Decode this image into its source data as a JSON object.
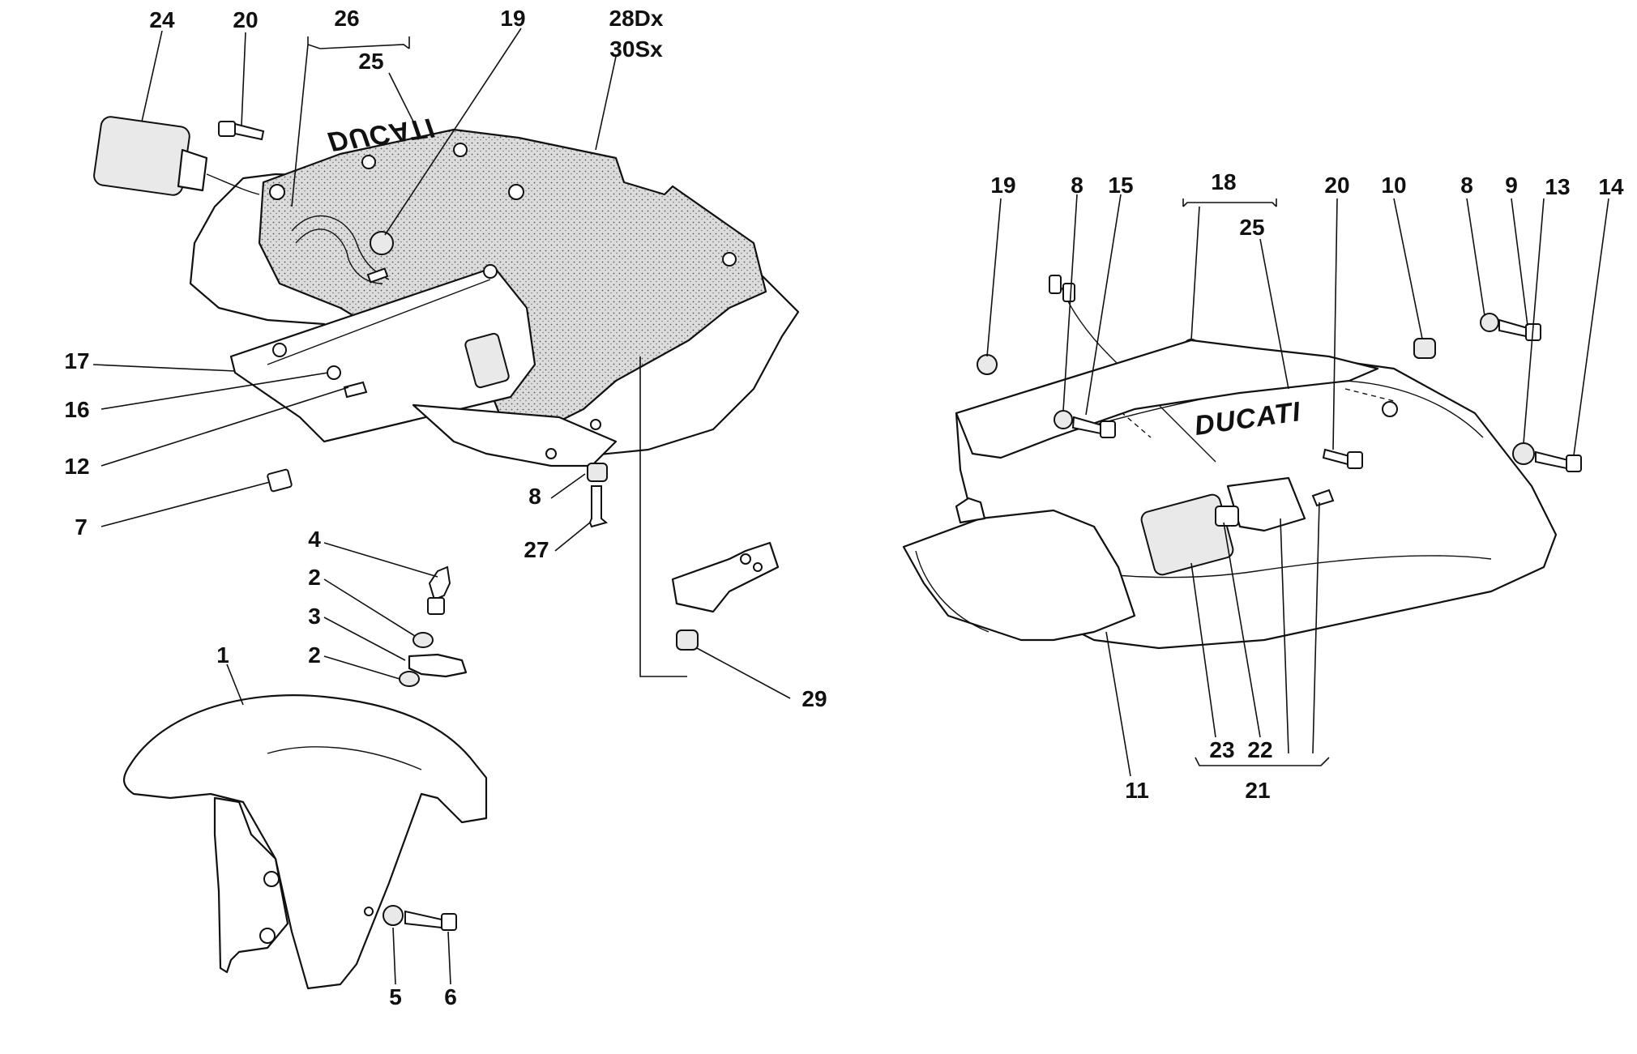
{
  "callouts": {
    "l24": "24",
    "l20a": "20",
    "l26": "26",
    "l25a": "25",
    "l19a": "19",
    "l28": "28Dx",
    "l30": "30Sx",
    "l17": "17",
    "l16": "16",
    "l12": "12",
    "l7": "7",
    "l8a": "8",
    "l27": "27",
    "l4": "4",
    "l2a": "2",
    "l3": "3",
    "l2b": "2",
    "l1": "1",
    "l29": "29",
    "l5": "5",
    "l6": "6",
    "l19b": "19",
    "l8b": "8",
    "l15": "15",
    "l18": "18",
    "l25b": "25",
    "l20b": "20",
    "l10": "10",
    "l8c": "8",
    "l9": "9",
    "l13": "13",
    "l14": "14",
    "l11": "11",
    "l23": "23",
    "l22": "22",
    "l21": "21"
  },
  "logos": {
    "left": "DUCATI",
    "right": "DUCATI"
  }
}
